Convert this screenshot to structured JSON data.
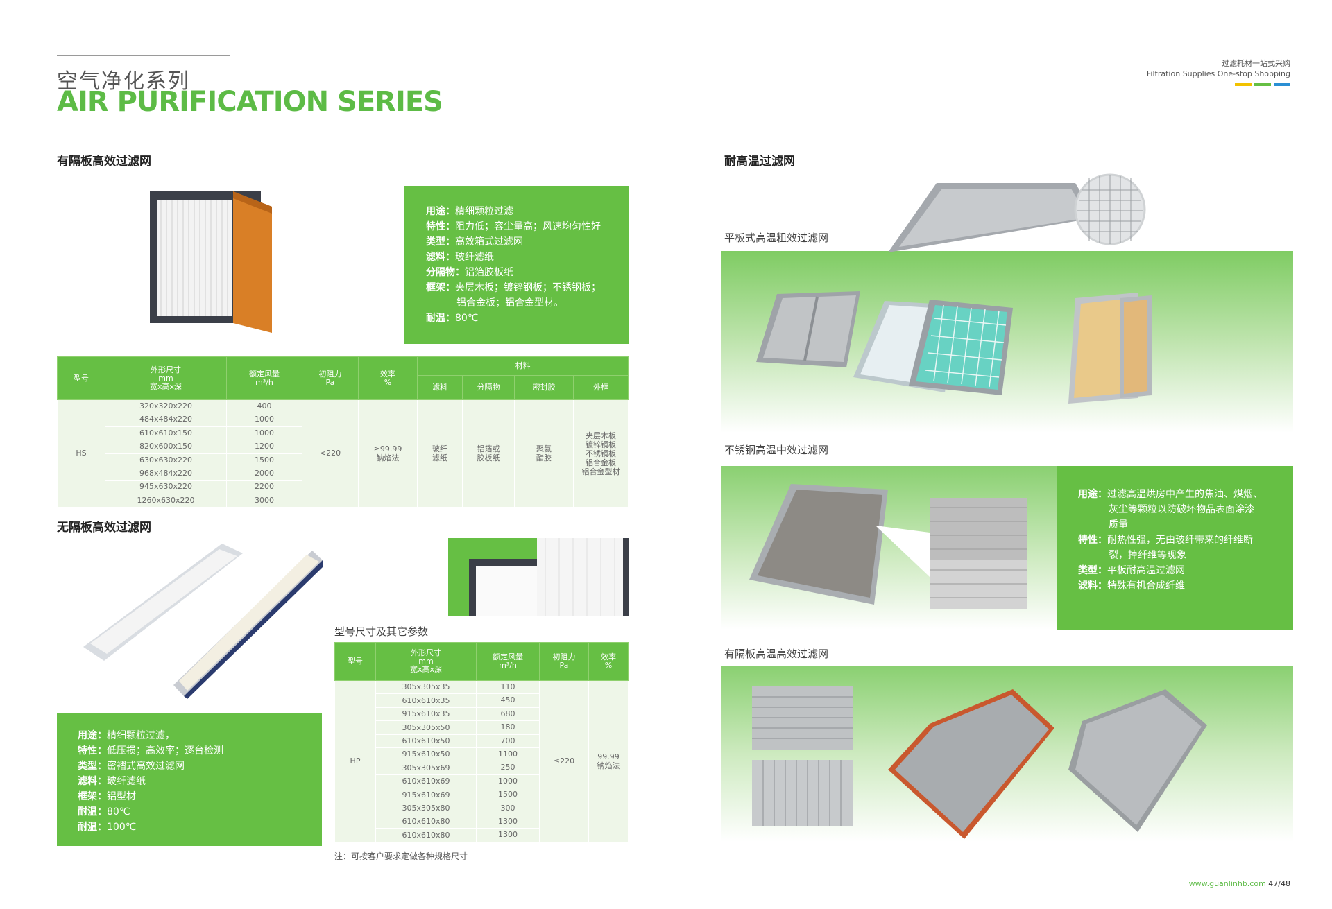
{
  "header": {
    "title_cn": "空气净化系列",
    "title_en": "AIR PURIFICATION SERIES",
    "brand_cn": "过滤耗材一站式采购",
    "brand_en": "Filtration Supplies One-stop Shopping"
  },
  "colors": {
    "green": "#66bf44",
    "yellow": "#f2c200",
    "blue": "#2a8fd4"
  },
  "left": {
    "sec1_title": "有隔板高效过滤网",
    "sec1_box": [
      {
        "k": "用途：",
        "v": "精细颗粒过滤"
      },
      {
        "k": "特性：",
        "v": "阻力低；容尘量高；风速均匀性好"
      },
      {
        "k": "类型：",
        "v": "高效箱式过滤网"
      },
      {
        "k": "滤料：",
        "v": "玻纤滤纸"
      },
      {
        "k": "分隔物：",
        "v": "铝箔胶板纸"
      },
      {
        "k": "框架：",
        "v": "夹层木板；镀锌钢板；不锈钢板；"
      },
      {
        "k": "",
        "v": "铝合金板；铝合金型材。"
      },
      {
        "k": "耐温：",
        "v": "80℃"
      }
    ],
    "table1": {
      "h_model": "型号",
      "h_size": "外形尺寸\nmm\n宽x高x深",
      "h_flow": "额定风量\nm³/h",
      "h_resist": "初阻力\nPa",
      "h_eff": "效率\n%",
      "h_material": "材料",
      "h_filter": "滤料",
      "h_sep": "分隔物",
      "h_seal": "密封胶",
      "h_frame": "外框",
      "model": "HS",
      "rows": [
        {
          "size": "320x320x220",
          "flow": "400"
        },
        {
          "size": "484x484x220",
          "flow": "1000"
        },
        {
          "size": "610x610x150",
          "flow": "1000"
        },
        {
          "size": "820x600x150",
          "flow": "1200"
        },
        {
          "size": "630x630x220",
          "flow": "1500"
        },
        {
          "size": "968x484x220",
          "flow": "2000"
        },
        {
          "size": "945x630x220",
          "flow": "2200"
        },
        {
          "size": "1260x630x220",
          "flow": "3000"
        }
      ],
      "resist": "<220",
      "eff": "≥99.99\n钠焰法",
      "filter": "玻纤\n滤纸",
      "sep": "铝箔或\n胶板纸",
      "seal": "聚氨\n酯胶",
      "frame": "夹层木板\n镀锌钢板\n不锈钢板\n铝合金板\n铝合金型材"
    },
    "sec2_title": "无隔板高效过滤网",
    "sec2_box": [
      {
        "k": "用途：",
        "v": "精细颗粒过滤，"
      },
      {
        "k": "特性：",
        "v": "低压损；高效率；逐台检测"
      },
      {
        "k": "类型：",
        "v": "密褶式高效过滤网"
      },
      {
        "k": "滤料：",
        "v": "玻纤滤纸"
      },
      {
        "k": "框架：",
        "v": "铝型材"
      },
      {
        "k": "耐温：",
        "v": "80℃"
      },
      {
        "k": "耐温：",
        "v": "100℃"
      }
    ],
    "table2_title": "型号尺寸及其它参数",
    "table2": {
      "h_model": "型号",
      "h_size": "外形尺寸\nmm\n宽x高x深",
      "h_flow": "额定风量\nm³/h",
      "h_resist": "初阻力\nPa",
      "h_eff": "效率\n%",
      "model": "HP",
      "rows": [
        {
          "size": "305x305x35",
          "flow": "110"
        },
        {
          "size": "610x610x35",
          "flow": "450"
        },
        {
          "size": "915x610x35",
          "flow": "680"
        },
        {
          "size": "305x305x50",
          "flow": "180"
        },
        {
          "size": "610x610x50",
          "flow": "700"
        },
        {
          "size": "915x610x50",
          "flow": "1100"
        },
        {
          "size": "305x305x69",
          "flow": "250"
        },
        {
          "size": "610x610x69",
          "flow": "1000"
        },
        {
          "size": "915x610x69",
          "flow": "1500"
        },
        {
          "size": "305x305x80",
          "flow": "300"
        },
        {
          "size": "610x610x80",
          "flow": "1300"
        },
        {
          "size": "610x610x80",
          "flow": "1300"
        }
      ],
      "resist": "≤220",
      "eff": "99.99\n钠焰法"
    },
    "note": "注：可按客户要求定做各种规格尺寸"
  },
  "right": {
    "sec_title": "耐高温过滤网",
    "sub1": "平板式高温粗效过滤网",
    "sub2": "不锈钢高温中效过滤网",
    "sub3": "有隔板高温高效过滤网",
    "box": [
      {
        "k": "用途：",
        "v": "过滤高温烘房中产生的焦油、煤烟、"
      },
      {
        "k": "",
        "v": "灰尘等颗粒以防破坏物品表面涂漆"
      },
      {
        "k": "",
        "v": "质量"
      },
      {
        "k": "特性：",
        "v": "耐热性强，无由玻纤带来的纤维断"
      },
      {
        "k": "",
        "v": "裂，掉纤维等现象"
      },
      {
        "k": "类型：",
        "v": "平板耐高温过滤网"
      },
      {
        "k": "滤料：",
        "v": "特殊有机合成纤维"
      }
    ]
  },
  "footer": {
    "url": "www.guanlinhb.com",
    "pages": "47/48"
  }
}
